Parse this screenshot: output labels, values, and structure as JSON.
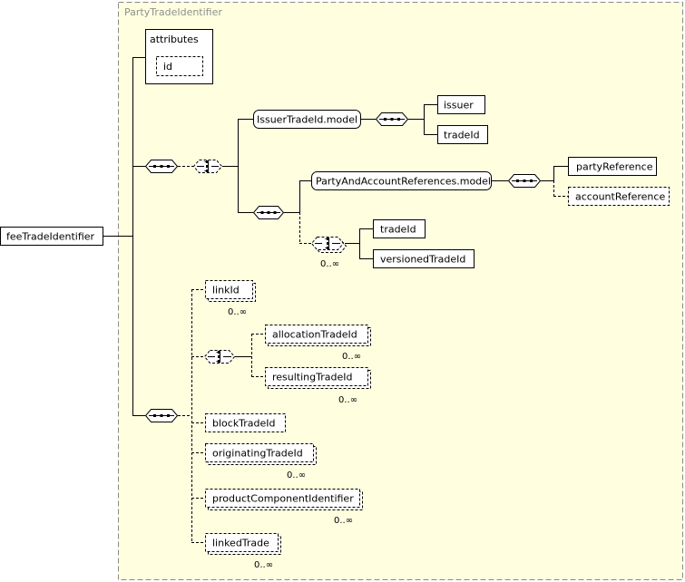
{
  "group": {
    "title": "PartyTradeIdentifier"
  },
  "root": {
    "label": "feeTradeIdentifier"
  },
  "attributes": {
    "label": "attributes",
    "id_label": "id"
  },
  "model_issuer": {
    "label": "IssuerTradeId.model"
  },
  "issuer": {
    "label": "issuer"
  },
  "tradeid_1": {
    "label": "tradeId"
  },
  "model_party": {
    "label": "PartyAndAccountReferences.model"
  },
  "party_reference": {
    "label": "partyReference"
  },
  "account_reference": {
    "label": "accountReference"
  },
  "tradeid_2": {
    "label": "tradeId"
  },
  "versioned_trade_id": {
    "label": "versionedTradeId"
  },
  "choice_occ": "0..∞",
  "link_id": {
    "label": "linkId",
    "occ": "0..∞"
  },
  "allocation_trade_id": {
    "label": "allocationTradeId",
    "occ": "0..∞"
  },
  "resulting_trade_id": {
    "label": "resultingTradeId",
    "occ": "0..∞"
  },
  "block_trade_id": {
    "label": "blockTradeId"
  },
  "originating_trade_id": {
    "label": "originatingTradeId",
    "occ": "0..∞"
  },
  "product_component_identifier": {
    "label": "productComponentIdentifier",
    "occ": "0..∞"
  },
  "linked_trade": {
    "label": "linkedTrade",
    "occ": "0..∞"
  },
  "colors": {
    "group_fill": "#ffffe0",
    "group_border": "#8a8a8a",
    "node_fill": "#ffffff",
    "line": "#000000"
  }
}
